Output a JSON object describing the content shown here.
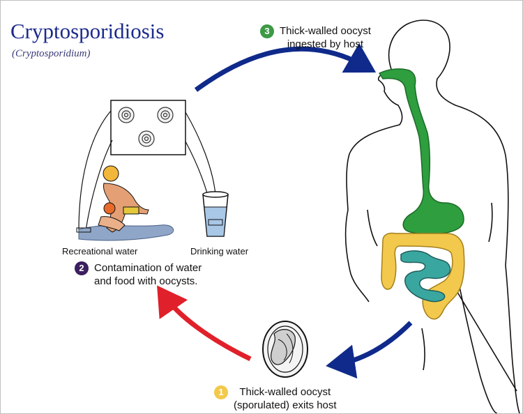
{
  "title": "Cryptosporidiosis",
  "subtitle": "(Cryptosporidium)",
  "labels": {
    "recreational": "Recreational water",
    "drinking": "Drinking water"
  },
  "steps": [
    {
      "number": "1",
      "line1": "Thick-walled oocyst",
      "line2": "(sporulated) exits host",
      "color": "#f2c94c"
    },
    {
      "number": "2",
      "line1": "Contamination of water",
      "line2": "and food with oocysts.",
      "color": "#3b1f5e"
    },
    {
      "number": "3",
      "line1": "Thick-walled oocyst",
      "line2": "ingested by host",
      "color": "#3d9a46"
    }
  ],
  "colors": {
    "title": "#1b2a8c",
    "arrow_blue": "#0f2a8a",
    "arrow_red": "#e0202a",
    "gut_green": "#2e9e3e",
    "colon_yellow": "#f2c94c",
    "intestine_teal": "#3aa6a0"
  }
}
